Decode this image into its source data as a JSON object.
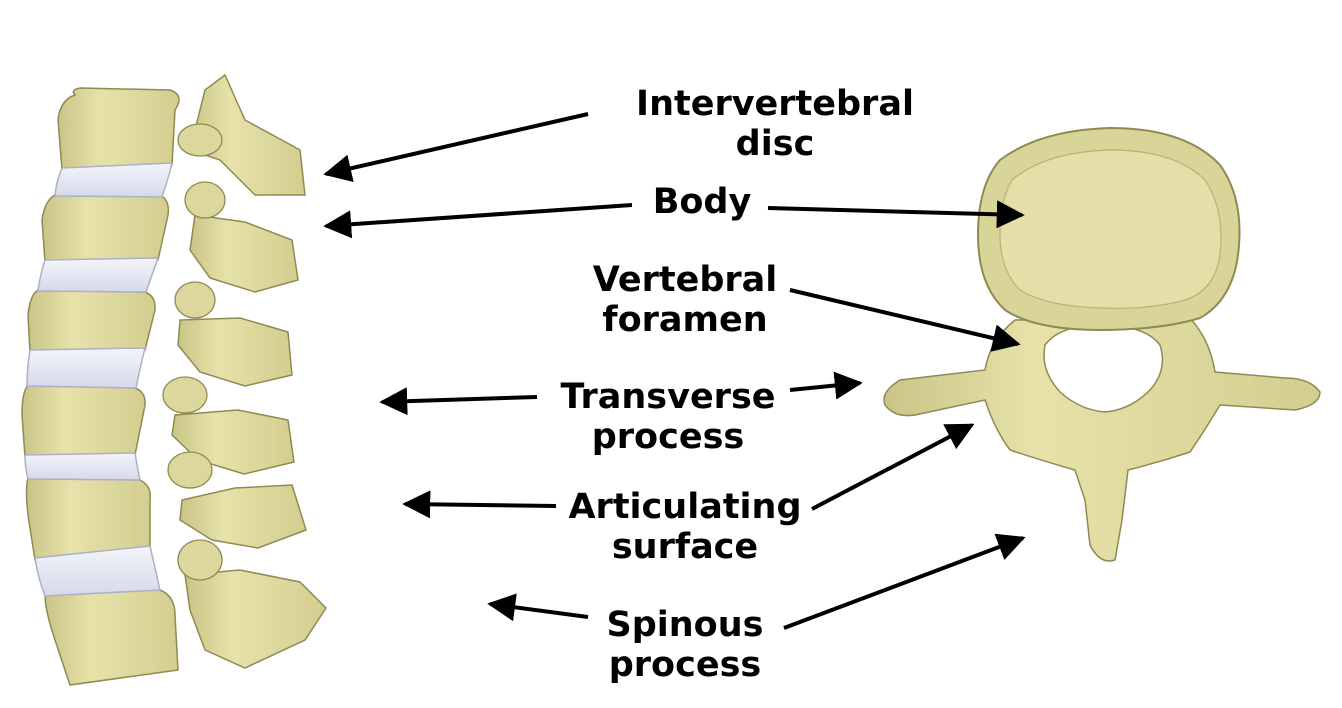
{
  "colors": {
    "bone_fill": "#e2dea4",
    "bone_shade": "#c3bd7a",
    "bone_outline": "#8f8a52",
    "disc_fill": "#e8eaf3",
    "disc_outline": "#aab0c8",
    "text": "#000000",
    "arrow": "#000000"
  },
  "labels": {
    "intervertebral_disc": {
      "line1": "Intervertebral",
      "line2": "disc"
    },
    "body": {
      "line1": "Body"
    },
    "vertebral_foramen": {
      "line1": "Vertebral",
      "line2": "foramen"
    },
    "transverse_process": {
      "line1": "Transverse",
      "line2": "process"
    },
    "articulating_surface": {
      "line1": "Articulating",
      "line2": "surface"
    },
    "spinous_process": {
      "line1": "Spinous",
      "line2": "process"
    }
  }
}
